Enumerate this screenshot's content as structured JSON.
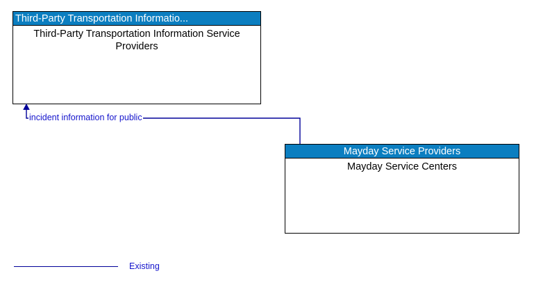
{
  "diagram": {
    "background_color": "#ffffff",
    "header_color": "#0b7ec0",
    "header_text_color": "#ffffff",
    "border_color": "#000000",
    "flow_color": "#000099",
    "flow_label_color": "#1414cc",
    "entities": [
      {
        "id": "third-party",
        "header": "Third-Party Transportation Informatio...",
        "body": "Third-Party Transportation Information Service Providers"
      },
      {
        "id": "mayday",
        "header": "Mayday Service Providers",
        "body": "Mayday Service Centers"
      }
    ],
    "flows": [
      {
        "id": "incident-information-for-public",
        "label": "incident information for public",
        "from": "mayday",
        "to": "third-party",
        "status": "Existing"
      }
    ],
    "legend": {
      "items": [
        {
          "label": "Existing",
          "color": "#000099",
          "style": "solid"
        }
      ]
    }
  }
}
